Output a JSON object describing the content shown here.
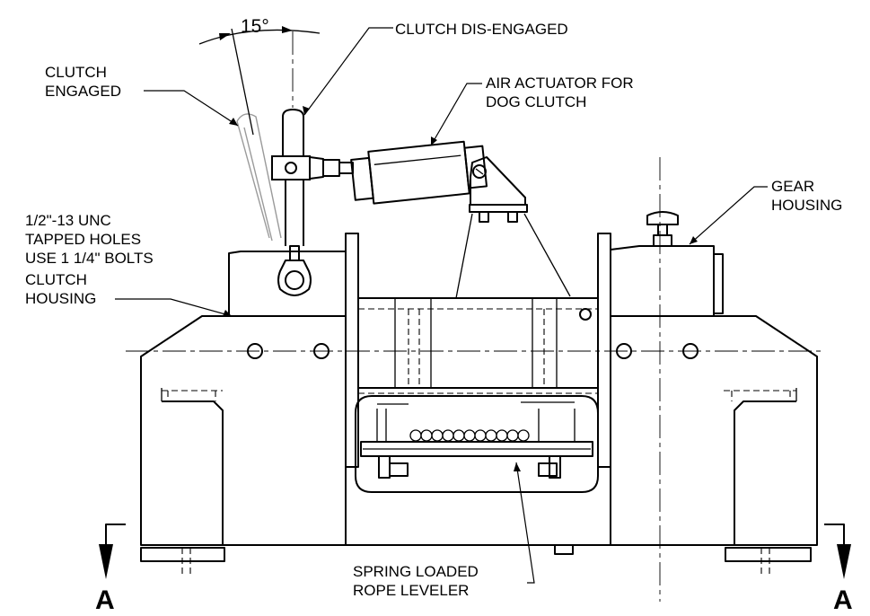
{
  "drawing": {
    "angle_label": "15°",
    "labels": {
      "clutch_disengaged": "CLUTCH DIS-ENGAGED",
      "clutch_engaged": [
        "CLUTCH",
        "ENGAGED"
      ],
      "air_actuator": [
        "AIR ACTUATOR FOR",
        "DOG CLUTCH"
      ],
      "gear_housing": [
        "GEAR",
        "HOUSING"
      ],
      "tapped_holes": [
        "1/2\"-13 UNC",
        "TAPPED HOLES",
        "USE 1 1/4\" BOLTS"
      ],
      "clutch_housing": [
        "CLUTCH",
        "HOUSING"
      ],
      "rope_leveler": [
        "SPRING LOADED",
        "ROPE LEVELER"
      ]
    },
    "section": {
      "left": "A",
      "right": "A"
    }
  }
}
